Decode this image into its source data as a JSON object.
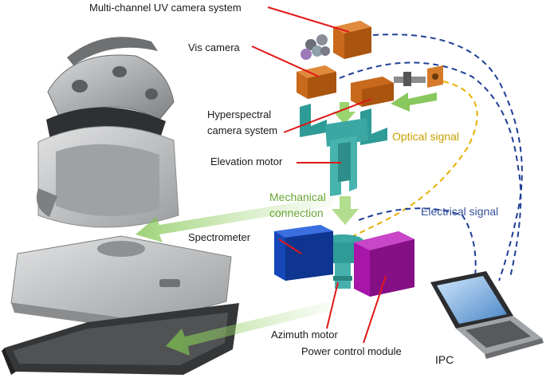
{
  "labels": {
    "uv_camera": "Multi-channel UV camera system",
    "vis_camera": "Vis camera",
    "hyper_1": "Hyperspectral",
    "hyper_2": "camera system",
    "elevation_motor": "Elevation motor",
    "optical_signal": "Optical signal",
    "mechanical_1": "Mechanical",
    "mechanical_2": "connection",
    "electrical_signal": "Electrical signal",
    "spectrometer": "Spectrometer",
    "azimuth_motor": "Azimuth motor",
    "power_module": "Power control module",
    "ipc": "IPC"
  },
  "colors": {
    "pointer": "#e01818",
    "optical": "#e8b000",
    "electrical": "#1f3f96",
    "mechanical_text": "#6aa535",
    "optical_text": "#c9a000",
    "electrical_text": "#34509a",
    "camera_orange": "#c8691c",
    "teal": "#3aa7a3",
    "spectrometer_blue": "#1547b8",
    "power_magenta": "#a816a8",
    "shell_grey": "#b7b9bb"
  }
}
